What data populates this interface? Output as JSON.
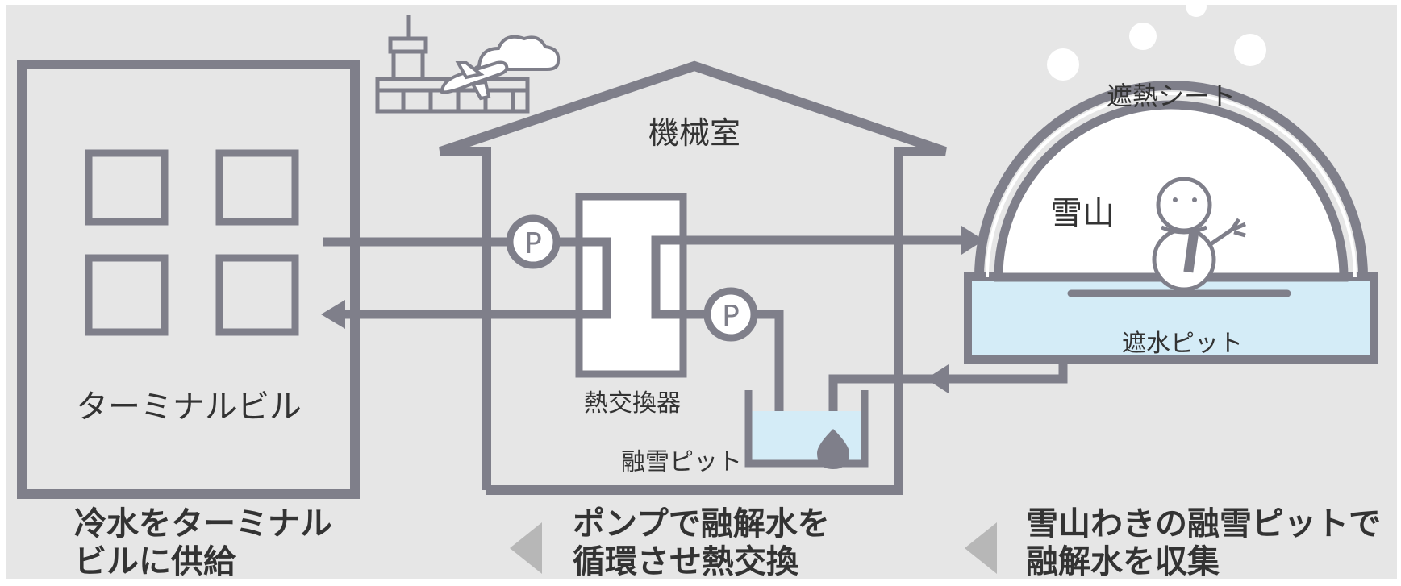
{
  "labels": {
    "terminal_building": "ターミナルビル",
    "machine_room": "機械室",
    "heat_exchanger": "熱交換器",
    "melt_pit": "融雪ピット",
    "snow_mountain": "雪山",
    "heat_shield_sheet": "遮熱シート",
    "water_pit": "遮水ピット",
    "pump_symbol": "P"
  },
  "steps": [
    {
      "line1": "冷水をターミナル",
      "line2": "ビルに供給"
    },
    {
      "line1": "ポンプで融解水を",
      "line2": "循環させ熱交換"
    },
    {
      "line1": "雪山わきの融雪ピットで",
      "line2": "融解水を収集"
    }
  ],
  "colors": {
    "background": "#e6e6e6",
    "line": "#7f7f8a",
    "water": "#d4ecf7",
    "white": "#ffffff",
    "text": "#333333",
    "arrow": "#b7b7b7"
  }
}
